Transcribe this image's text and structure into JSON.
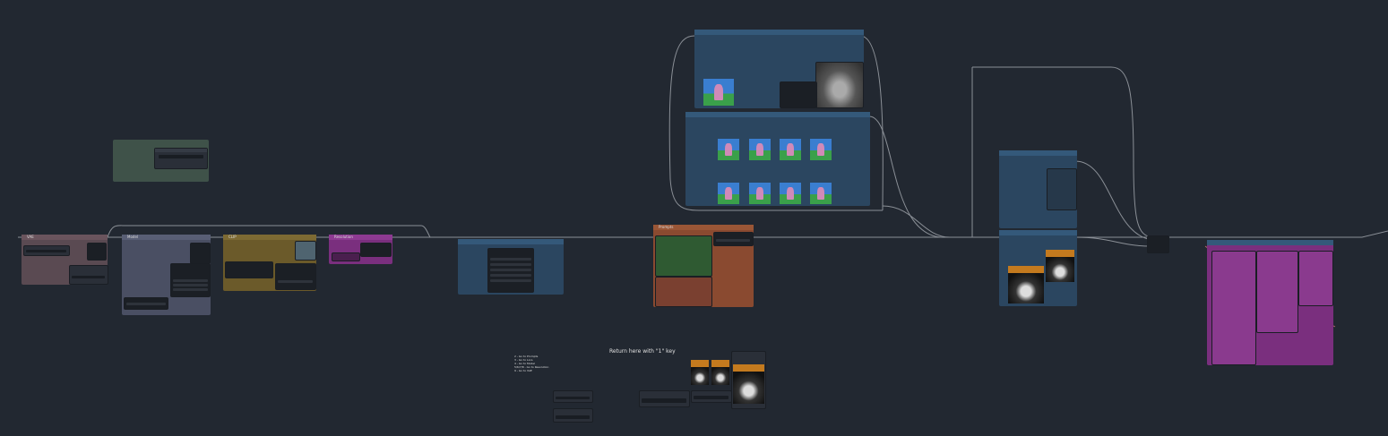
{
  "canvas": {
    "background": "#222831"
  },
  "groups": {
    "vae": {
      "title": "VAE",
      "color": "#5a4a52"
    },
    "model": {
      "title": "Model",
      "color": "#4a4f63"
    },
    "clip": {
      "title": "CLIP",
      "color": "#6b5a2a"
    },
    "resolution": {
      "title": "Resolution",
      "color": "#7a2f7e"
    },
    "prompts": {
      "title": "Prompts",
      "color": "#8a4a30"
    }
  },
  "notes": {
    "return_title": "Return here with \"1\" key",
    "shortcuts": [
      "2 - Go to Prompts",
      "3 - Go to Lora",
      "4 - Go to Model",
      "5/6/7/8 - Go to Resolution",
      "9 - Go to VAE"
    ]
  }
}
